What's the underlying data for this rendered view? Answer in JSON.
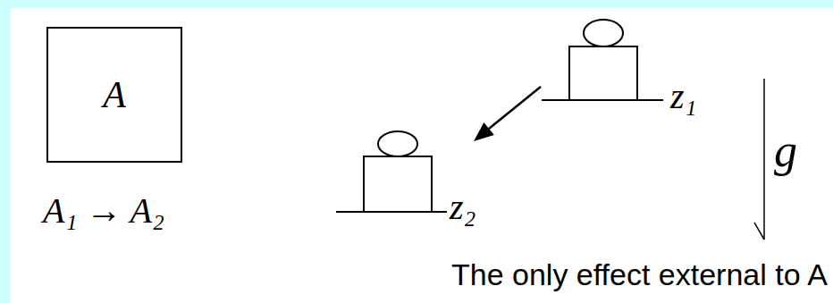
{
  "diagram": {
    "nodes": [
      {
        "text": [
          "A"
        ]
      }
    ],
    "labels": [
      "A₁ → A₂",
      "z₁",
      "z₂",
      "g",
      "The only effect external to A"
    ]
  }
}
